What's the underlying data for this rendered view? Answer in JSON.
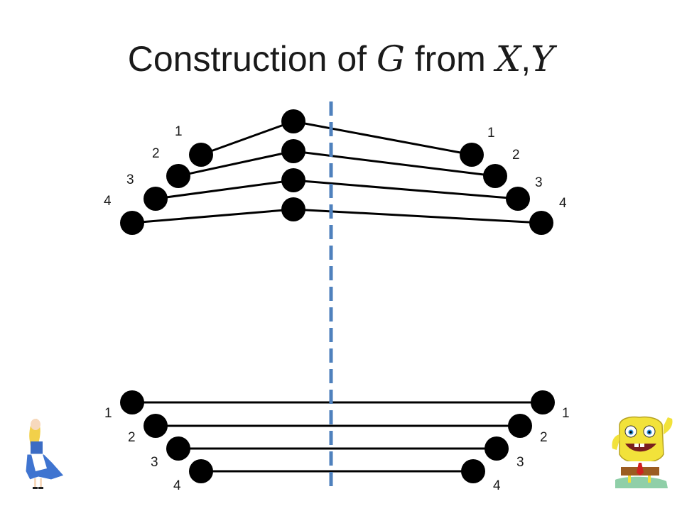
{
  "slide": {
    "title_prefix": "Construction of ",
    "title_var1": "G",
    "title_middle": " from ",
    "title_var2": "X",
    "title_comma": ",",
    "title_var3": "Y"
  },
  "top_left_labels": [
    "1",
    "2",
    "3",
    "4"
  ],
  "top_right_labels": [
    "1",
    "2",
    "3",
    "4"
  ],
  "bottom_left_labels": [
    "1",
    "2",
    "3",
    "4"
  ],
  "bottom_right_labels": [
    "1",
    "2",
    "3",
    "4"
  ],
  "colors": {
    "node": "#000000",
    "edge": "#000000",
    "divider": "#4f81bd"
  },
  "icons": {
    "left": "alice-cartoon-icon",
    "right": "spongebob-cartoon-icon"
  }
}
